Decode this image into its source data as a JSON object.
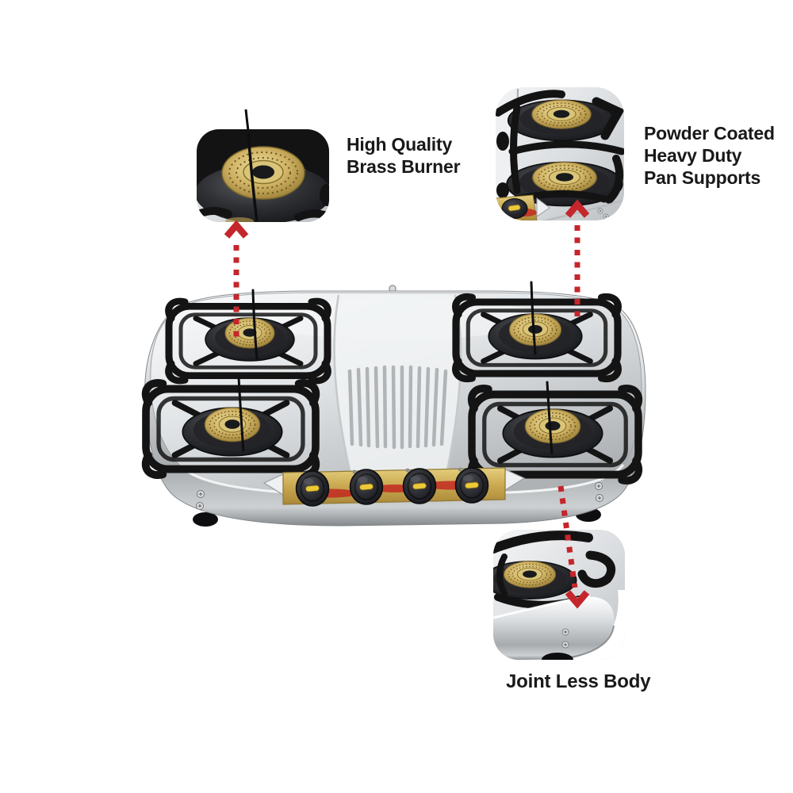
{
  "callouts": {
    "brass_burner": {
      "line1": "High Quality",
      "line2": "Brass Burner"
    },
    "pan_supports": {
      "line1": "Powder Coated",
      "line2": "Heavy Duty",
      "line3": "Pan Supports"
    },
    "joint_less_body": {
      "line1": "Joint Less Body"
    }
  },
  "colors": {
    "background": "#ffffff",
    "arrow_red": "#c4262b",
    "label_text": "#19191b",
    "brass": "#cdb267",
    "steel": "#d6d9db",
    "panel_gold": "#c9a850",
    "knob_indicator_yellow": "#ecc937"
  }
}
